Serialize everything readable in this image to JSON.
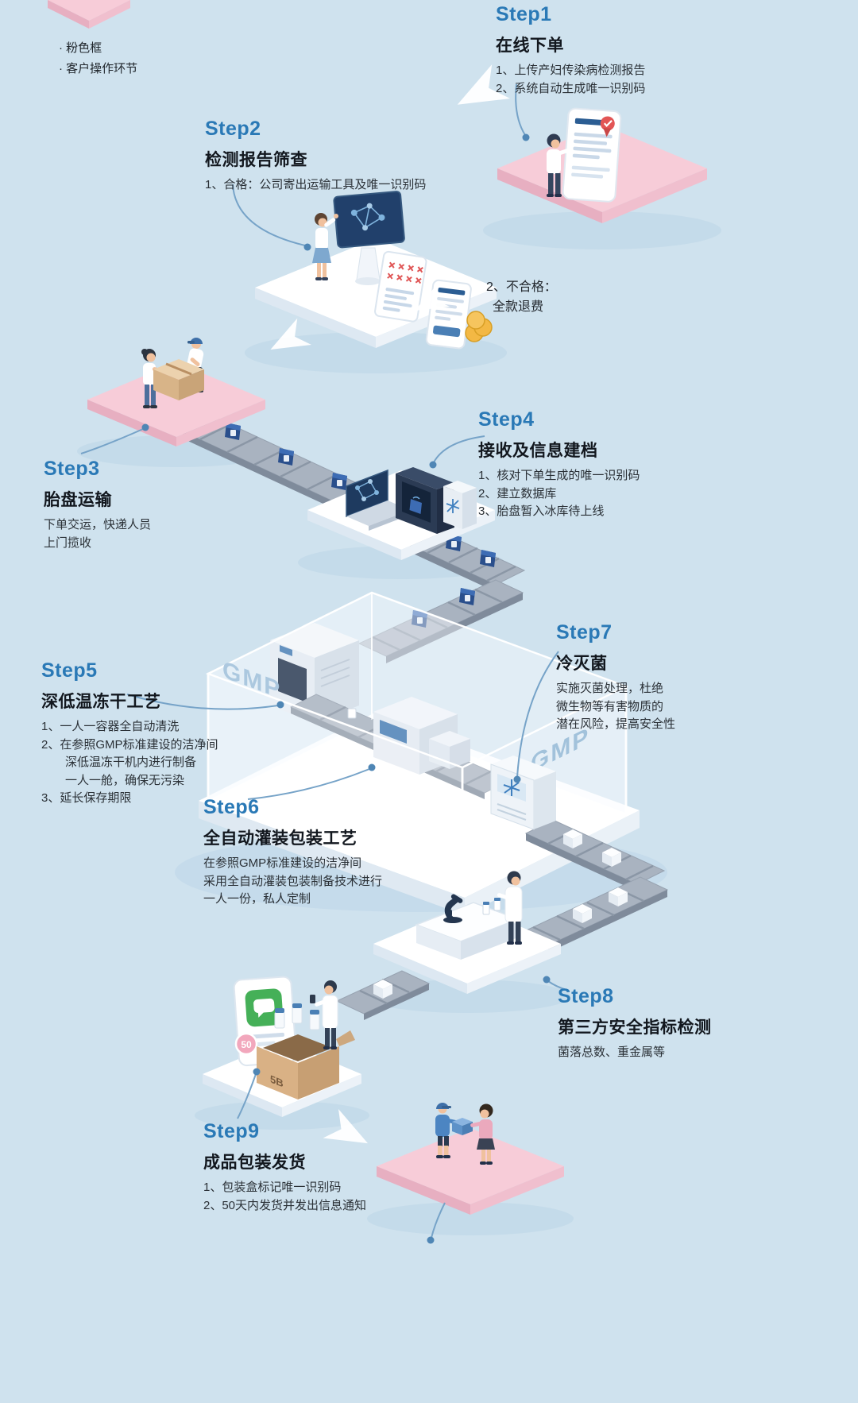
{
  "colors": {
    "background": "#cfe2ee",
    "accent_blue": "#2a79b6",
    "pink_platform": "#f7ccd8",
    "white_platform": "#ffffff",
    "navy": "#24364f",
    "conveyor_gray": "#aab4c1"
  },
  "legend": {
    "line1": "· 粉色框",
    "line2": "· 客户操作环节"
  },
  "steps": {
    "s1": {
      "label": "Step1",
      "title": "在线下单",
      "lines": [
        "1、上传产妇传染病检测报告",
        "2、系统自动生成唯一识别码"
      ]
    },
    "s2": {
      "label": "Step2",
      "title": "检测报告筛查",
      "lines": [
        "1、合格：公司寄出运输工具及唯一识别码"
      ]
    },
    "s2_fail": {
      "lines": [
        "2、不合格：",
        "全款退费"
      ]
    },
    "s3": {
      "label": "Step3",
      "title": "胎盘运输",
      "lines": [
        "下单交运，快递人员",
        "上门揽收"
      ]
    },
    "s4": {
      "label": "Step4",
      "title": "接收及信息建档",
      "lines": [
        "1、核对下单生成的唯一识别码",
        "2、建立数据库",
        "3、胎盘暂入冰库待上线"
      ]
    },
    "s5": {
      "label": "Step5",
      "title": "深低温冻干工艺",
      "lines": [
        "1、一人一容器全自动清洗",
        "2、在参照GMP标准建设的洁净间",
        "深低温冻干机内进行制备",
        "一人一舱，确保无污染",
        "3、延长保存期限"
      ]
    },
    "s6": {
      "label": "Step6",
      "title": "全自动灌装包装工艺",
      "lines": [
        "在参照GMP标准建设的洁净间",
        "采用全自动灌装包装制备技术进行",
        "一人一份，私人定制"
      ]
    },
    "s7": {
      "label": "Step7",
      "title": "冷灭菌",
      "lines": [
        "实施灭菌处理，杜绝",
        "微生物等有害物质的",
        "潜在风险，提高安全性"
      ]
    },
    "s8": {
      "label": "Step8",
      "title": "第三方安全指标检测",
      "lines": [
        "菌落总数、重金属等"
      ]
    },
    "s9": {
      "label": "Step9",
      "title": "成品包装发货",
      "lines": [
        "1、包装盒标记唯一识别码",
        "2、50天内发货并发出信息通知"
      ]
    }
  },
  "illustration": {
    "gmp_wall_left": "GMP",
    "gmp_wall_right": "GMP",
    "phone_badge": "50",
    "box_code": "5B"
  }
}
